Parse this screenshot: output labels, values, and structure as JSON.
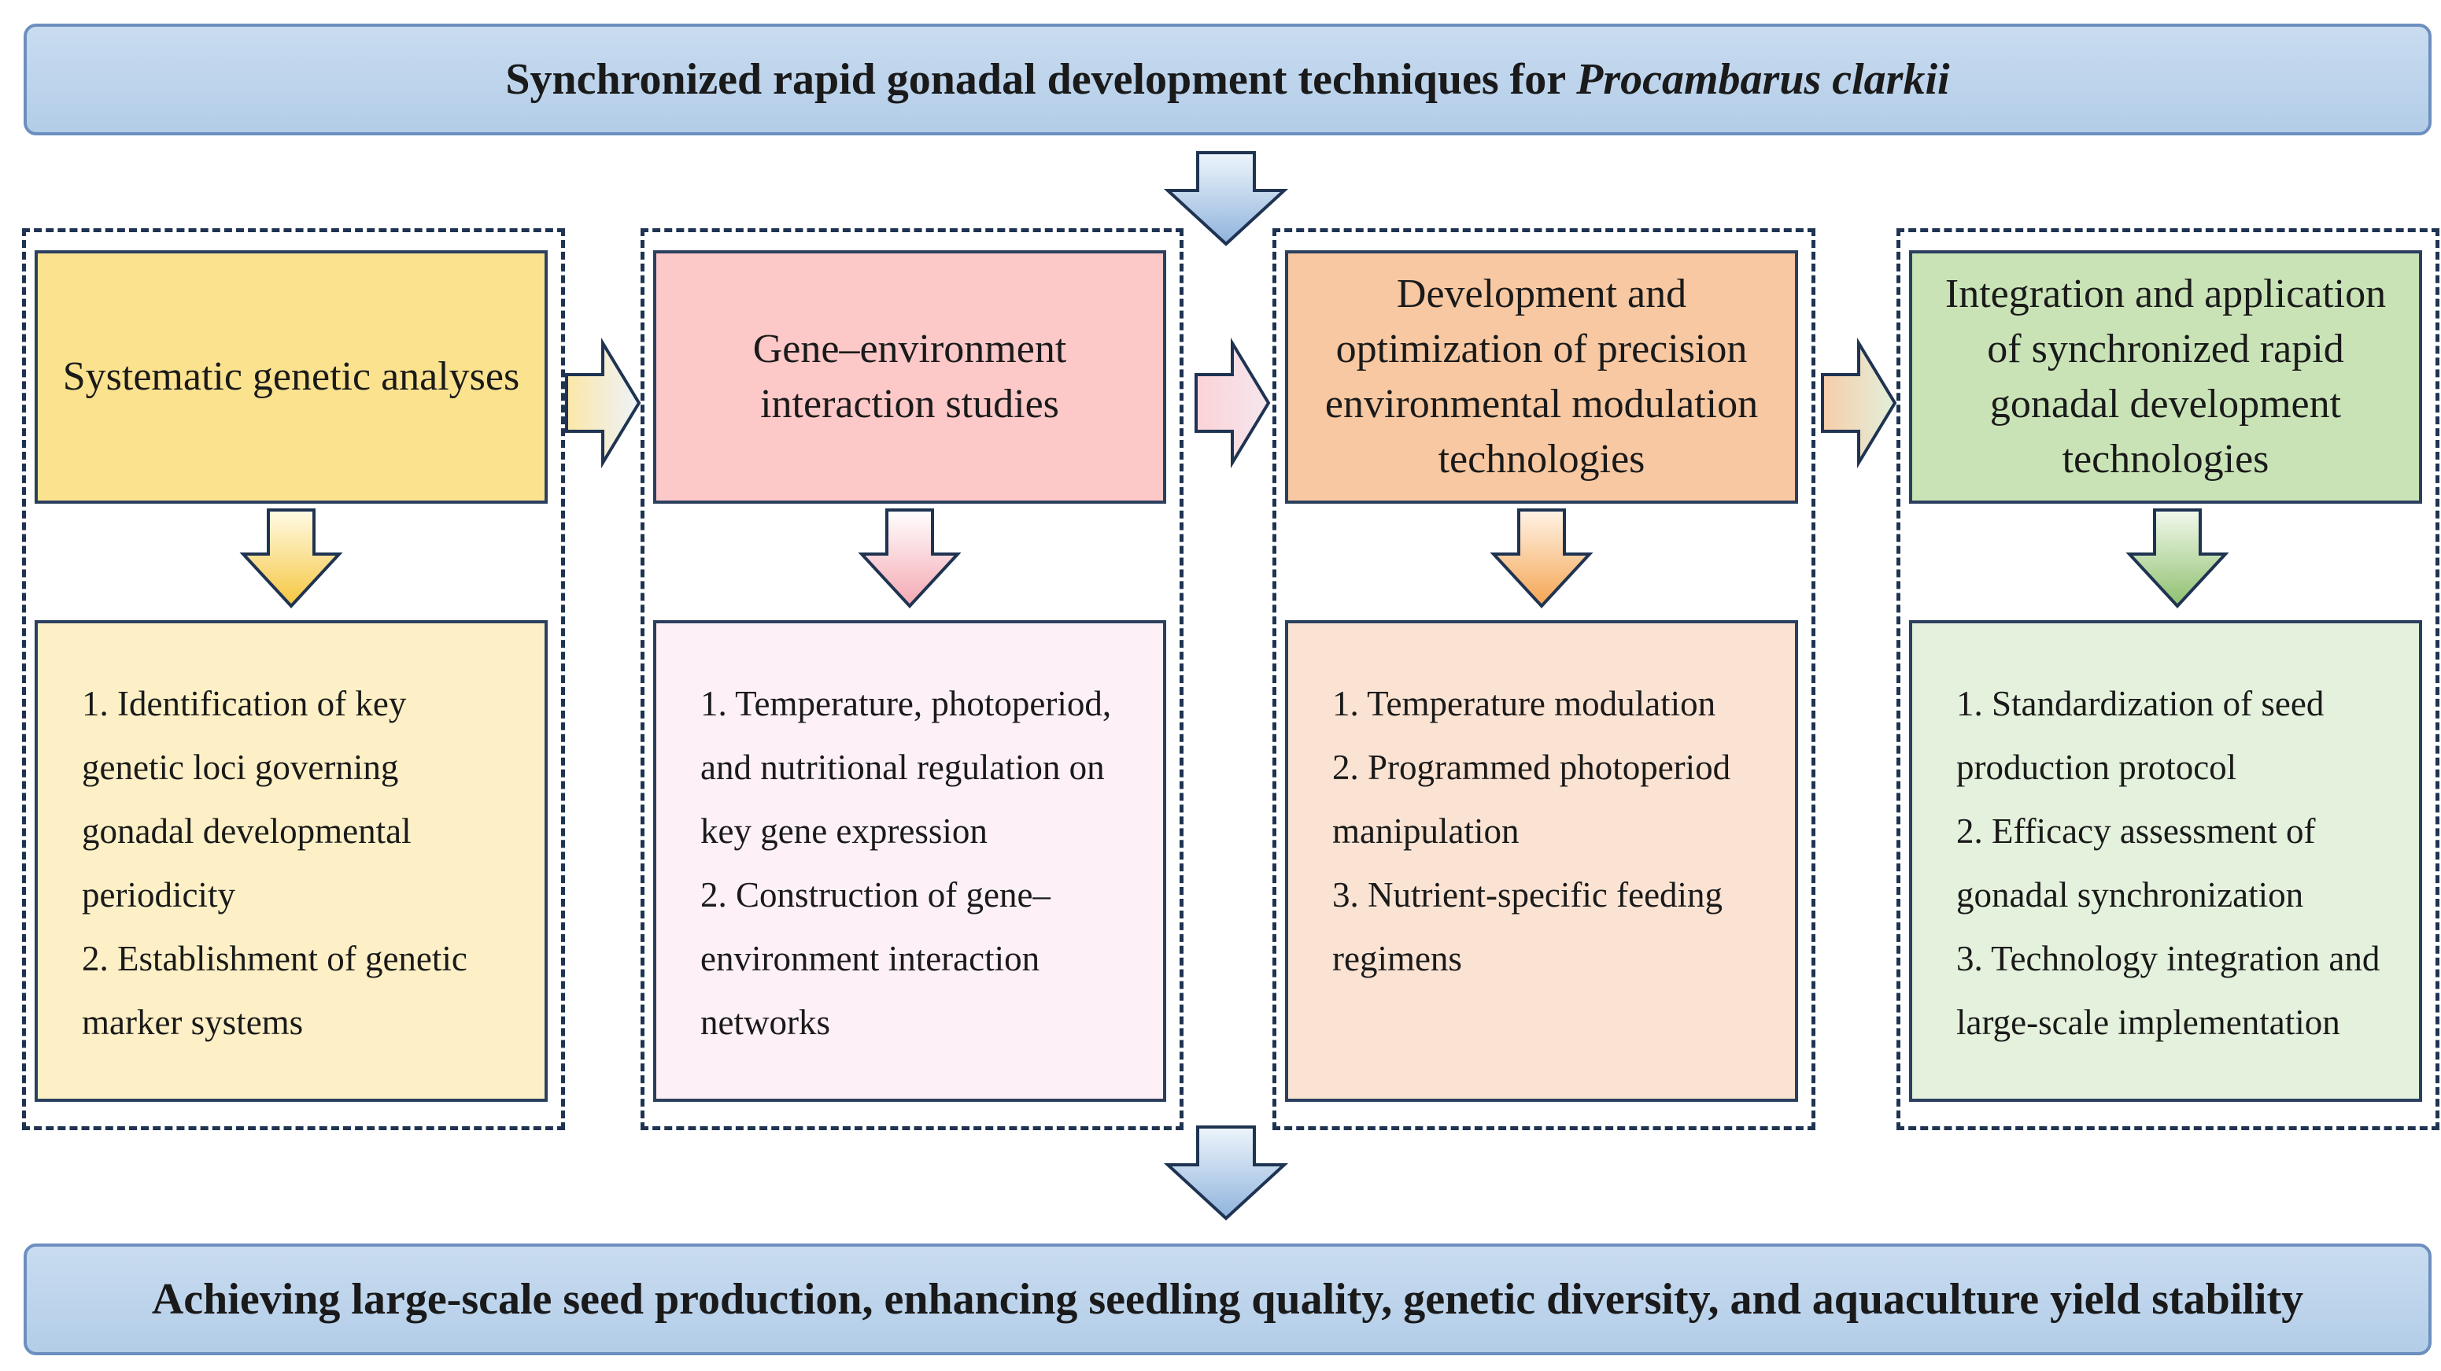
{
  "header": {
    "title_prefix": "Synchronized rapid gonadal development techniques for ",
    "title_species": "Procambarus clarkii"
  },
  "columns": [
    {
      "head": "Systematic genetic analyses",
      "items": [
        "1. Identification of key genetic loci governing gonadal developmental periodicity",
        "2. Establishment of genetic marker systems"
      ],
      "colors": {
        "head": "#fbe28f",
        "detail": "#fdf0c6",
        "arrow_top": "#fffbe6",
        "arrow_bottom": "#f5c63f"
      }
    },
    {
      "head": "Gene–environment interaction studies",
      "items": [
        "1. Temperature, photoperiod, and nutritional regulation on key gene expression",
        "2. Construction of gene–environment interaction networks"
      ],
      "colors": {
        "head": "#fcc8c8",
        "detail": "#fdf0f6",
        "arrow_top": "#ffffff",
        "arrow_bottom": "#f4a8b2"
      }
    },
    {
      "head": "Development and optimization of precision environmental modulation technologies",
      "items": [
        "1. Temperature modulation",
        "2. Programmed photoperiod manipulation",
        "3. Nutrient-specific feeding regimens"
      ],
      "colors": {
        "head": "#f7c8a2",
        "detail": "#fbe3d3",
        "arrow_top": "#fff3e6",
        "arrow_bottom": "#f4a552"
      }
    },
    {
      "head": "Integration and application of synchronized rapid gonadal development technologies",
      "items": [
        "1. Standardization of seed production protocol",
        "2. Efficacy assessment of gonadal synchronization",
        "3. Technology integration and large-scale implementation"
      ],
      "colors": {
        "head": "#c9e3b7",
        "detail": "#e4f1dc",
        "arrow_top": "#f2f9ec",
        "arrow_bottom": "#8fc06f"
      }
    }
  ],
  "footer": {
    "text": "Achieving large-scale seed production, enhancing seedling quality, genetic diversity, and aquaculture yield stability"
  },
  "colors": {
    "banner_border": "#6c8fbf",
    "banner_fill": "#bed4ec",
    "box_border": "#2b3f5f",
    "dashed_border": "#1f3352"
  }
}
